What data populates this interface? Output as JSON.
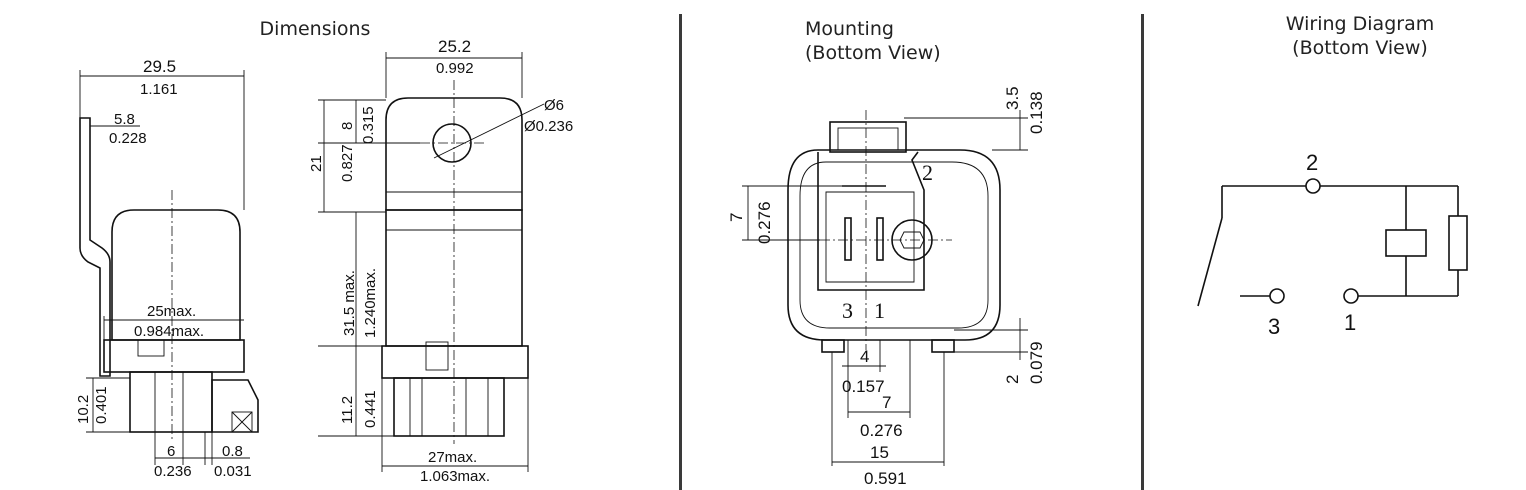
{
  "titles": {
    "dimensions": "Dimensions",
    "mounting_l1": "Mounting",
    "mounting_l2": "(Bottom View)",
    "wiring_l1": "Wiring Diagram",
    "wiring_l2": "(Bottom View)"
  },
  "dimensions": {
    "side": {
      "w_mm": "29.5",
      "w_in": "1.161",
      "tab_mm": "5.8",
      "tab_in": "0.228",
      "body_mm": "25max.",
      "body_in": "0.984max.",
      "pin_h_mm": "10.2",
      "pin_h_in": "0.401",
      "pin_w_mm": "6",
      "pin_w_in": "0.236",
      "pin_t_mm": "0.8",
      "pin_t_in": "0.031"
    },
    "front": {
      "w_mm": "25.2",
      "w_in": "0.992",
      "hole_d_mm": "Ø6",
      "hole_d_in": "Ø0.236",
      "hole_off_mm": "8",
      "hole_off_in": "0.315",
      "flange_mm": "21",
      "flange_in": "0.827",
      "body_h_mm": "31.5 max.",
      "body_h_in": "1.240max.",
      "pin_h_mm": "11.2",
      "pin_h_in": "0.441",
      "base_w_mm": "27max.",
      "base_w_in": "1.063max."
    }
  },
  "mounting": {
    "top_mm": "3.5",
    "top_in": "0.138",
    "v_mm": "7",
    "v_in": "0.276",
    "pin_2": "2",
    "pin_3": "3",
    "pin_1": "1",
    "d4_mm": "4",
    "d4_in": "0.157",
    "d7_mm": "7",
    "d7_in": "0.276",
    "d15_mm": "15",
    "d15_in": "0.591",
    "d2_mm": "2",
    "d2_in": "0.079"
  },
  "wiring": {
    "pin_2": "2",
    "pin_3": "3",
    "pin_1": "1"
  }
}
